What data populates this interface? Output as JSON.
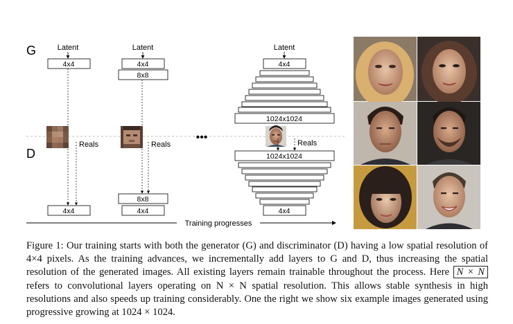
{
  "diagram": {
    "label_g": "G",
    "label_d": "D",
    "latent": "Latent",
    "reals": "Reals",
    "res_4x4": "4x4",
    "res_8x8": "8x8",
    "res_1024": "1024x1024",
    "ellipsis": "•••",
    "arrow_label": "Training progresses"
  },
  "faces": [
    "face-1",
    "face-2",
    "face-3",
    "face-4",
    "face-5",
    "face-6"
  ],
  "caption": {
    "p1": "Figure 1: Our training starts with both the generator (G) and discriminator (D) having a low spatial resolution of 4×4 pixels. As the training advances, we incrementally add layers to G and D, thus increasing the spatial resolution of the generated images. All existing layers remain trainable throughout the process. Here ",
    "box": "N × N",
    "p2": " refers to convolutional layers operating on N × N spatial resolution. This allows stable synthesis in high resolutions and also speeds up training considerably. One the right we show six example images generated using progressive growing at 1024 × 1024."
  }
}
